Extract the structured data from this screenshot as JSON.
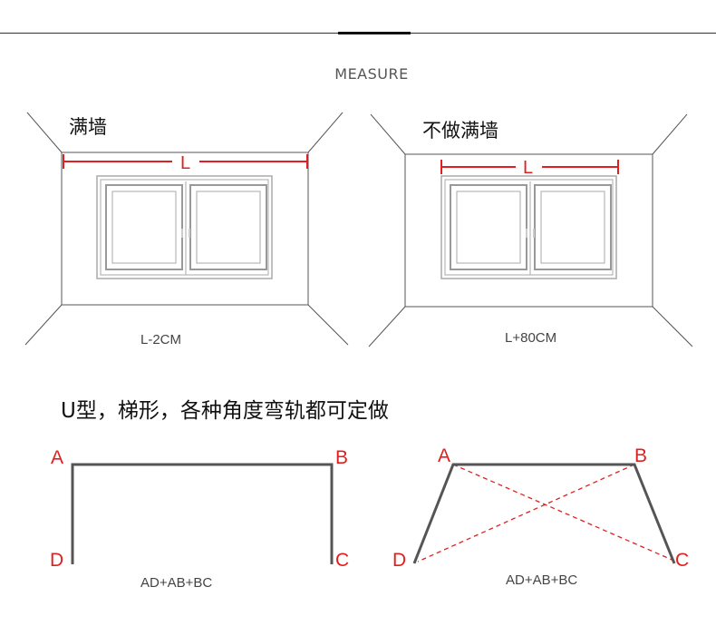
{
  "header": {
    "title": "MEASURE"
  },
  "panels": [
    {
      "title": "满墙",
      "dimension_label": "L",
      "caption": "L-2CM"
    },
    {
      "title": "不做满墙",
      "dimension_label": "L",
      "caption": "L+80CM"
    }
  ],
  "track_section": {
    "heading": "U型，梯形，各种角度弯轨都可定做",
    "u_shape": {
      "points": [
        "A",
        "B",
        "C",
        "D"
      ],
      "formula": "AD+AB+BC"
    },
    "trapezoid": {
      "points": [
        "A",
        "B",
        "C",
        "D"
      ],
      "formula": "AD+AB+BC"
    }
  },
  "colors": {
    "dimension_line": "#e02020",
    "wall_line": "#555555",
    "track_line": "#555555"
  }
}
